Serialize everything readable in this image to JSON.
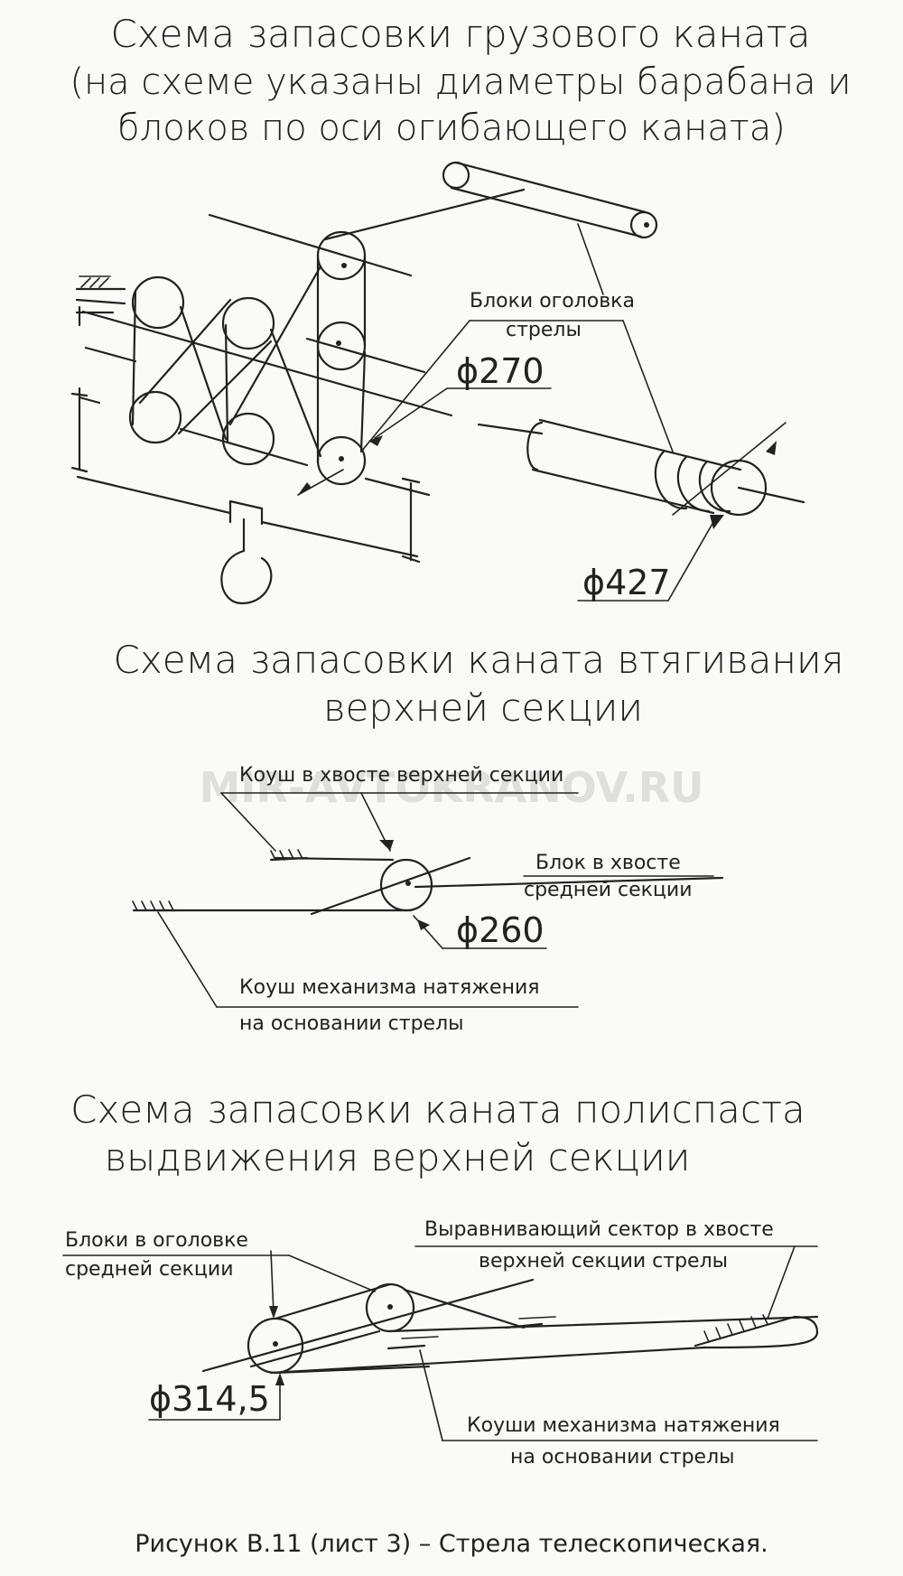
{
  "section1": {
    "title_line1": "Схема запасовки грузового каната",
    "title_line2": "(на схеме указаны диаметры барабана и",
    "title_line3": "блоков по оси огибающего каната)",
    "label_blocks_line1": "Блоки оголовка",
    "label_blocks_line2": "стрелы",
    "dim_blocks": "ϕ270",
    "dim_drum": "ϕ427"
  },
  "section2": {
    "title_line1": "Схема запасовки каната втягивания",
    "title_line2": "верхней секции",
    "label_thimble_top": "Коуш в хвосте верхней секции",
    "label_block_line1": "Блок в хвосте",
    "label_block_line2": "средней секции",
    "dim_block": "ϕ260",
    "label_tension_line1": "Коуш механизма натяжения",
    "label_tension_line2": "на основании стрелы"
  },
  "section3": {
    "title_line1": "Схема запасовки каната полиспаста",
    "title_line2": "выдвижения верхней секции",
    "label_blocks_line1": "Блоки в оголовке",
    "label_blocks_line2": "средней секции",
    "label_sector_line1": "Выравнивающий сектор в хвосте",
    "label_sector_line2": "верхней секции стрелы",
    "dim_block": "ϕ314,5",
    "label_thimbles_line1": "Коуши механизма натяжения",
    "label_thimbles_line2": "на основании стрелы"
  },
  "watermark": "MIR-AVTOKRANOV.RU",
  "caption": "Рисунок В.11 (лист 3) – Стрела телескопическая."
}
